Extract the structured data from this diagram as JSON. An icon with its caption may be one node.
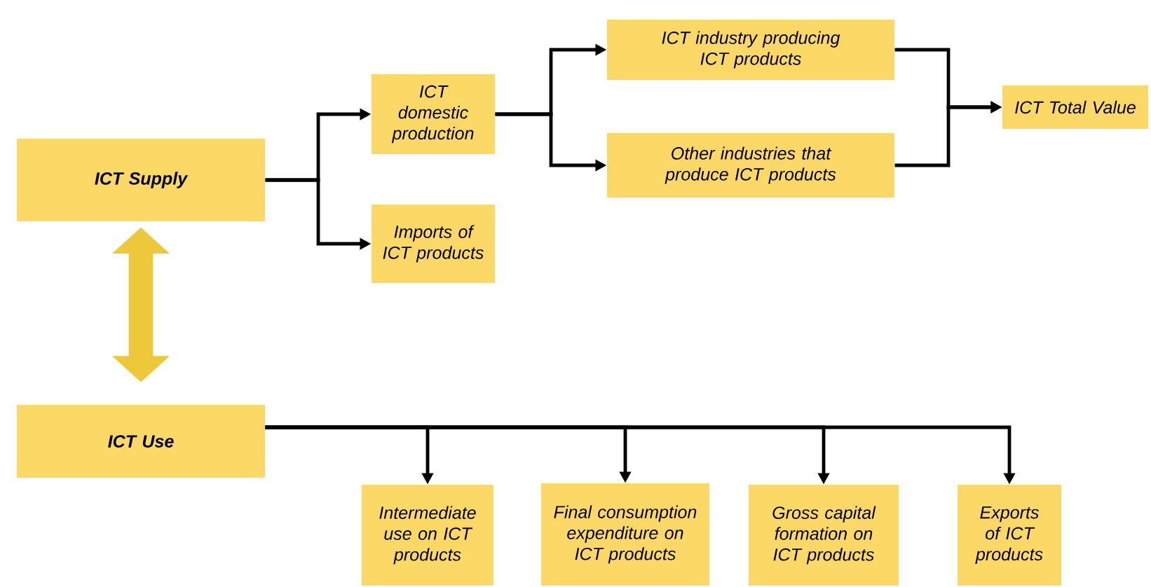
{
  "diagram": {
    "nodes": [
      {
        "text": [
          "ICT Supply"
        ]
      },
      {
        "text": [
          "ICT domestic production"
        ]
      },
      {
        "text": [
          "Imports of ICT products"
        ]
      },
      {
        "text": [
          "ICT industry producing ICT products"
        ]
      },
      {
        "text": [
          "Other industries that produce ICT products"
        ]
      },
      {
        "text": [
          "ICT Total Value"
        ]
      },
      {
        "text": [
          "ICT Use"
        ]
      },
      {
        "text": [
          "Intermediate use on ICT products"
        ]
      },
      {
        "text": [
          "Final consumption expenditure on ICT products"
        ]
      },
      {
        "text": [
          "Gross capital formation on ICT products"
        ]
      },
      {
        "text": [
          "Exports of ICT products"
        ]
      }
    ],
    "edges": [
      {
        "from": 0,
        "to": 1,
        "arrow": "to"
      },
      {
        "from": 0,
        "to": 2,
        "arrow": "to"
      },
      {
        "from": 1,
        "to": 3,
        "arrow": "to"
      },
      {
        "from": 1,
        "to": 4,
        "arrow": "to"
      },
      {
        "from": 3,
        "to": 5,
        "arrow": "to"
      },
      {
        "from": 4,
        "to": 5,
        "arrow": "to"
      },
      {
        "from": 0,
        "to": 6,
        "arrow": "both",
        "style": "thick",
        "color": "#ecc83a"
      },
      {
        "from": 6,
        "to": 7,
        "arrow": "to"
      },
      {
        "from": 6,
        "to": 8,
        "arrow": "to"
      },
      {
        "from": 6,
        "to": 9,
        "arrow": "to"
      },
      {
        "from": 6,
        "to": 10,
        "arrow": "to"
      }
    ]
  }
}
